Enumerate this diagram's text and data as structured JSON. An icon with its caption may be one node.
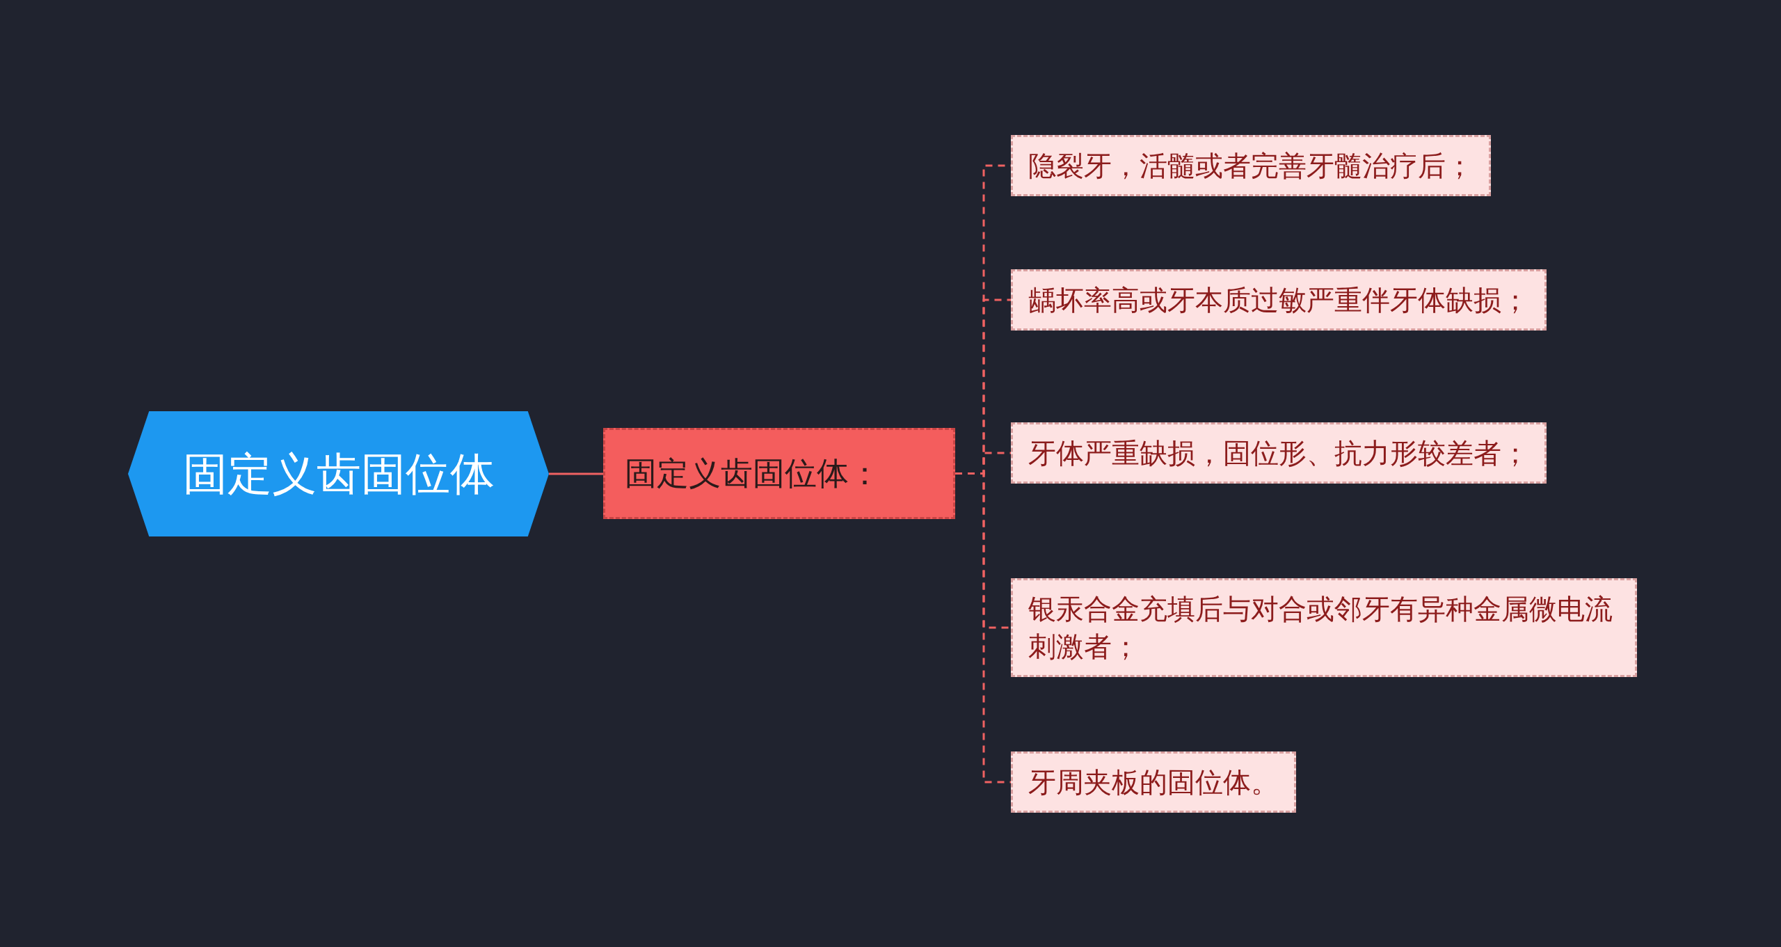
{
  "diagram": {
    "nodes": [
      {
        "text": [
          "固定义齿固位体"
        ]
      },
      {
        "text": [
          "固定义齿固位体："
        ]
      },
      {
        "text": [
          "隐裂牙，活髓或者完善牙髓治疗后；"
        ]
      },
      {
        "text": [
          "龋坏率高或牙本质过敏严重伴牙体缺损；"
        ]
      },
      {
        "text": [
          "牙体严重缺损，固位形、抗力形较差者；"
        ]
      },
      {
        "text": [
          "银汞合金充填后与对合或邻牙有异种金属微电流刺激者；"
        ]
      },
      {
        "text": [
          "牙周夹板的固位体。"
        ]
      }
    ],
    "edges": [
      {
        "from": 0,
        "to": 1,
        "arrow": "none"
      },
      {
        "from": 1,
        "to": 2,
        "arrow": "none",
        "style": "dashed"
      },
      {
        "from": 1,
        "to": 3,
        "arrow": "none",
        "style": "dashed"
      },
      {
        "from": 1,
        "to": 4,
        "arrow": "none",
        "style": "dashed"
      },
      {
        "from": 1,
        "to": 5,
        "arrow": "none",
        "style": "dashed"
      },
      {
        "from": 1,
        "to": 6,
        "arrow": "none",
        "style": "dashed"
      }
    ]
  }
}
